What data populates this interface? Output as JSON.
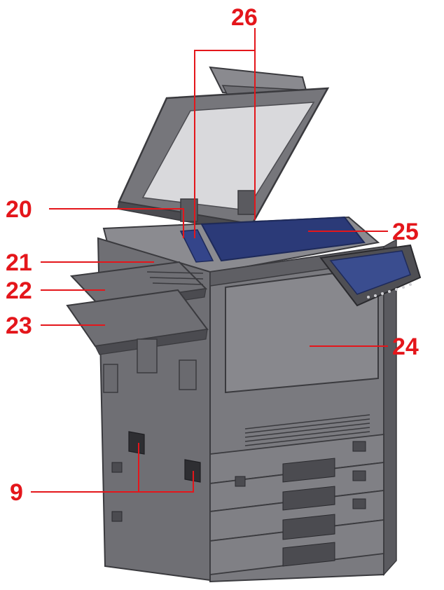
{
  "colors": {
    "callout": "#e4161b",
    "body": "#6f6f74",
    "body_dark": "#4b4b50",
    "body_light": "#8b8b90",
    "glass": "#2b3a78",
    "panel_screen": "#3a4d8f",
    "tray": "#5f5f64",
    "outline": "#3a3a3e"
  },
  "callouts": {
    "c26": "26",
    "c20": "20",
    "c21": "21",
    "c22": "22",
    "c23": "23",
    "c25": "25",
    "c24": "24",
    "c9": "9"
  }
}
